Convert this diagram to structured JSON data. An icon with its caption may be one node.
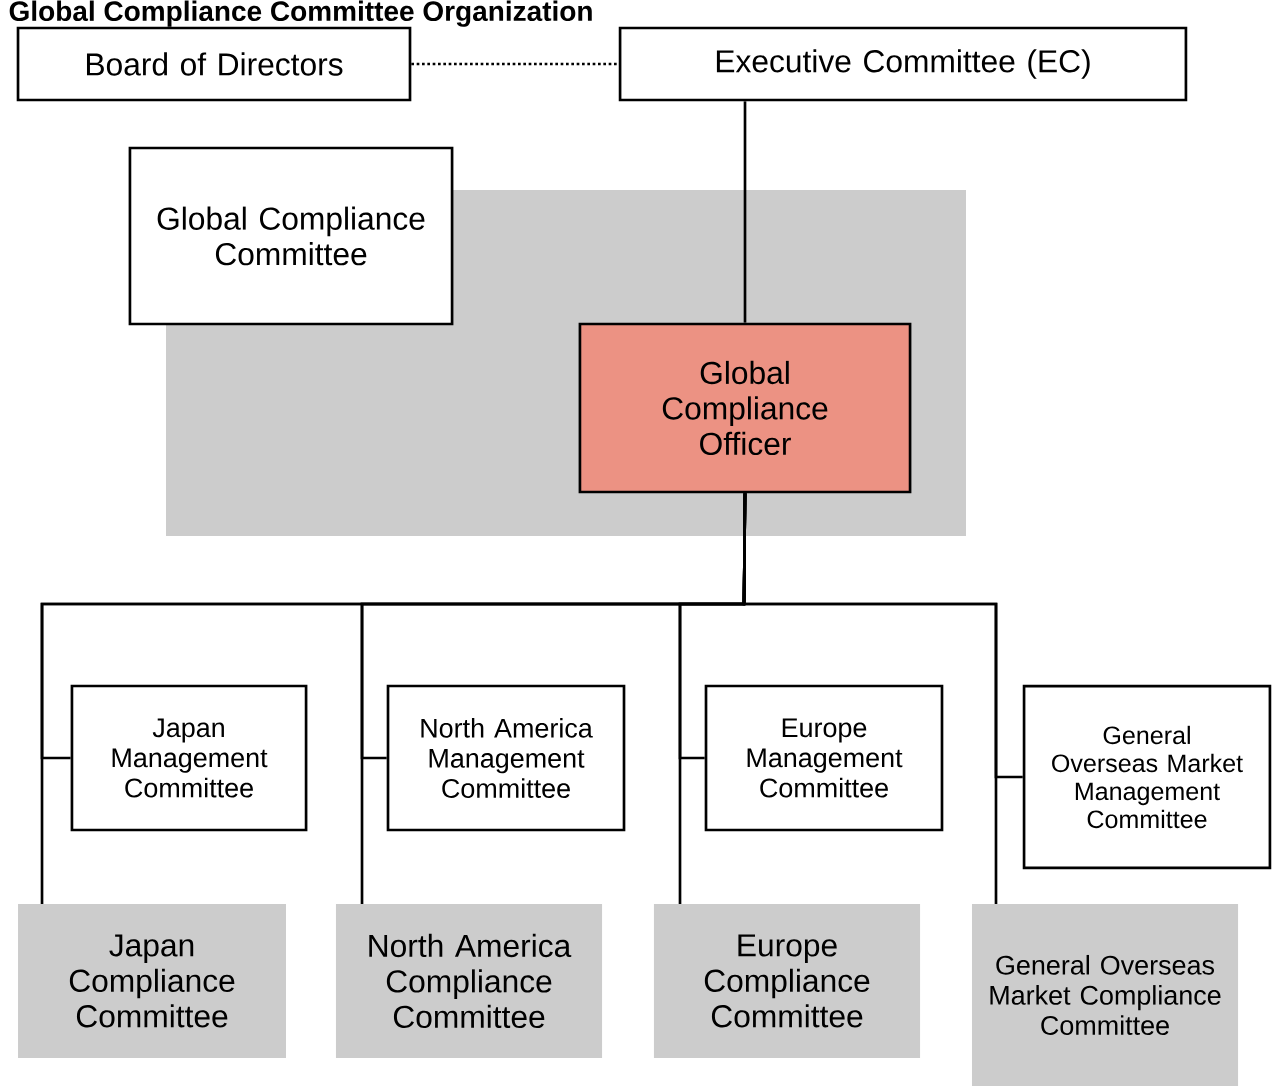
{
  "diagram": {
    "title": "Global Compliance Committee Organization",
    "nodes": [
      {
        "text": [
          "Board of Directors"
        ]
      },
      {
        "text": [
          "Executive Committee (EC)"
        ]
      },
      {
        "text": [],
        "shape": "box"
      },
      {
        "text": [
          "Global Compliance Committee"
        ]
      },
      {
        "text": [
          "Global Compliance Officer"
        ],
        "in": 2
      },
      {
        "text": [
          "Japan Management Committee"
        ]
      },
      {
        "text": [
          "North America Management Committee"
        ]
      },
      {
        "text": [
          "Europe Management Committee"
        ]
      },
      {
        "text": [
          "General Overseas Market Management Committee"
        ]
      },
      {
        "text": [
          "Japan Compliance Committee"
        ]
      },
      {
        "text": [
          "North America Compliance Committee"
        ]
      },
      {
        "text": [
          "Europe Compliance Committee"
        ]
      },
      {
        "text": [
          "General Overseas Market Compliance Committee"
        ]
      }
    ],
    "edges": [
      {
        "from": 0,
        "to": 1,
        "arrow": "none",
        "style": "dashed"
      },
      {
        "from": 1,
        "to": 4,
        "arrow": "none"
      },
      {
        "from": 4,
        "to": 5,
        "arrow": "none"
      },
      {
        "from": 4,
        "to": 9,
        "arrow": "none"
      },
      {
        "from": 4,
        "to": 6,
        "arrow": "none"
      },
      {
        "from": 4,
        "to": 10,
        "arrow": "none"
      },
      {
        "from": 4,
        "to": 7,
        "arrow": "none"
      },
      {
        "from": 4,
        "to": 11,
        "arrow": "none"
      },
      {
        "from": 4,
        "to": 8,
        "arrow": "none"
      },
      {
        "from": 4,
        "to": 12,
        "arrow": "none"
      }
    ]
  }
}
